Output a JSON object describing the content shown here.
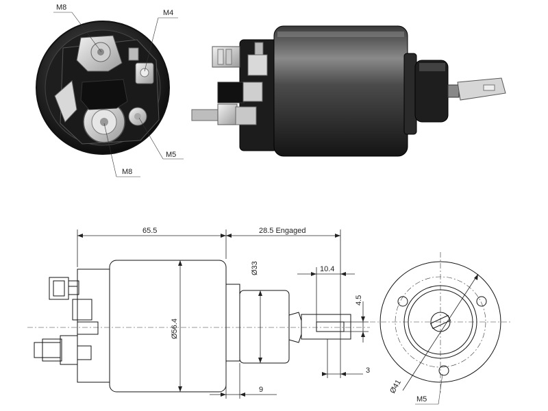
{
  "photo_callouts": {
    "top_left": "M8",
    "top_right": "M4",
    "bottom_right": "M5",
    "bottom_left": "M8"
  },
  "drawing_dimensions": {
    "body_length": "65.5",
    "stroke": "28.5 Engaged",
    "front_boss_diameter": "Ø33",
    "body_diameter": "Ø56.4",
    "tab_length": "10.4",
    "tab_height": "4.5",
    "tab_offset": "3",
    "boss_length": "9",
    "bolt_circle": "Ø41",
    "mount_thread": "M5"
  },
  "icons": [
    "solenoid-end-photo",
    "solenoid-side-photo",
    "side-view-drawing",
    "end-view-drawing"
  ],
  "colors": {
    "ink": "#111111",
    "metal_dark": "#2a2a2a",
    "metal_mid": "#6b6b6b",
    "copper": "#c9c9c9"
  }
}
